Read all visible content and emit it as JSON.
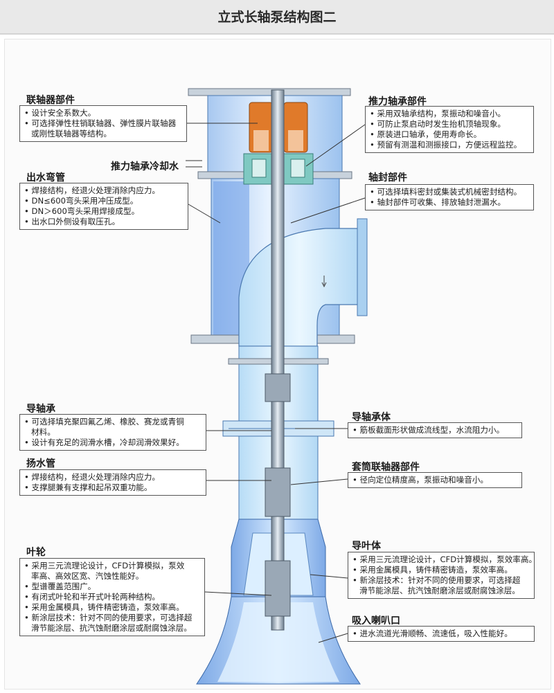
{
  "title": "立式长轴泵结构图二",
  "flow_label": "推力轴承冷却水",
  "callouts": {
    "coupling": {
      "title": "联轴器部件",
      "lines": [
        "• 设计安全系数大。",
        "• 可选择弹性柱销联轴器、弹性膜片联轴器",
        "或刚性联轴器等结构。"
      ]
    },
    "outlet_elbow": {
      "title": "出水弯管",
      "lines": [
        "• 焊接结构，经退火处理消除内应力。",
        "• DN≤600弯头采用冲压成型。",
        "• DN＞600弯头采用焊接成型。",
        "• 出水口外侧设有取压孔。"
      ]
    },
    "guide_bearing": {
      "title": "导轴承",
      "lines": [
        "• 可选择填充聚四氟乙烯、橡胶、赛龙或青铜",
        "材料。",
        "• 设计有充足的润滑水槽，冷却润滑效果好。"
      ]
    },
    "riser_pipe": {
      "title": "扬水管",
      "lines": [
        "• 焊接结构，经退火处理消除内应力。",
        "• 支撑腿兼有支撑和起吊双重功能。"
      ]
    },
    "impeller": {
      "title": "叶轮",
      "lines": [
        "• 采用三元流理论设计，CFD计算模拟，泵效",
        "率高、高效区宽、汽蚀性能好。",
        "• 型谱覆盖范围广。",
        "• 有闭式叶轮和半开式叶轮两种结构。",
        "• 采用金属模具，铸件精密铸造，泵效率高。",
        "• 新涂层技术：针对不同的使用要求，可选择超",
        "滑节能涂层、抗汽蚀耐磨涂层或耐腐蚀涂层。"
      ]
    },
    "thrust_bearing": {
      "title": "推力轴承部件",
      "lines": [
        "• 采用双轴承结构，泵振动和噪音小。",
        "• 可防止泵启动时发生抬机顶轴现象。",
        "• 原装进口轴承，使用寿命长。",
        "• 预留有测温和测振接口，方便远程监控。"
      ]
    },
    "shaft_seal": {
      "title": "轴封部件",
      "lines": [
        "• 可选择填料密封或集装式机械密封结构。",
        "• 轴封部件可收集、排放轴封泄漏水。"
      ]
    },
    "bearing_body": {
      "title": "导轴承体",
      "lines": [
        "• 筋板截面形状做成流线型，水流阻力小。"
      ]
    },
    "sleeve_coupling": {
      "title": "套筒联轴器部件",
      "lines": [
        "• 径向定位精度高，泵振动和噪音小。"
      ]
    },
    "diffuser": {
      "title": "导叶体",
      "lines": [
        "• 采用三元流理论设计，CFD计算模拟，泵效率高。",
        "• 采用金属模具，铸件精密铸造，泵效率高。",
        "• 新涂层技术：针对不同的使用要求，可选择超",
        "滑节能涂层、抗汽蚀耐磨涂层或耐腐蚀涂层。"
      ]
    },
    "suction_bell": {
      "title": "吸入喇叭口",
      "lines": [
        "• 进水流道光滑顺畅、流速低，吸入性能好。"
      ]
    }
  }
}
